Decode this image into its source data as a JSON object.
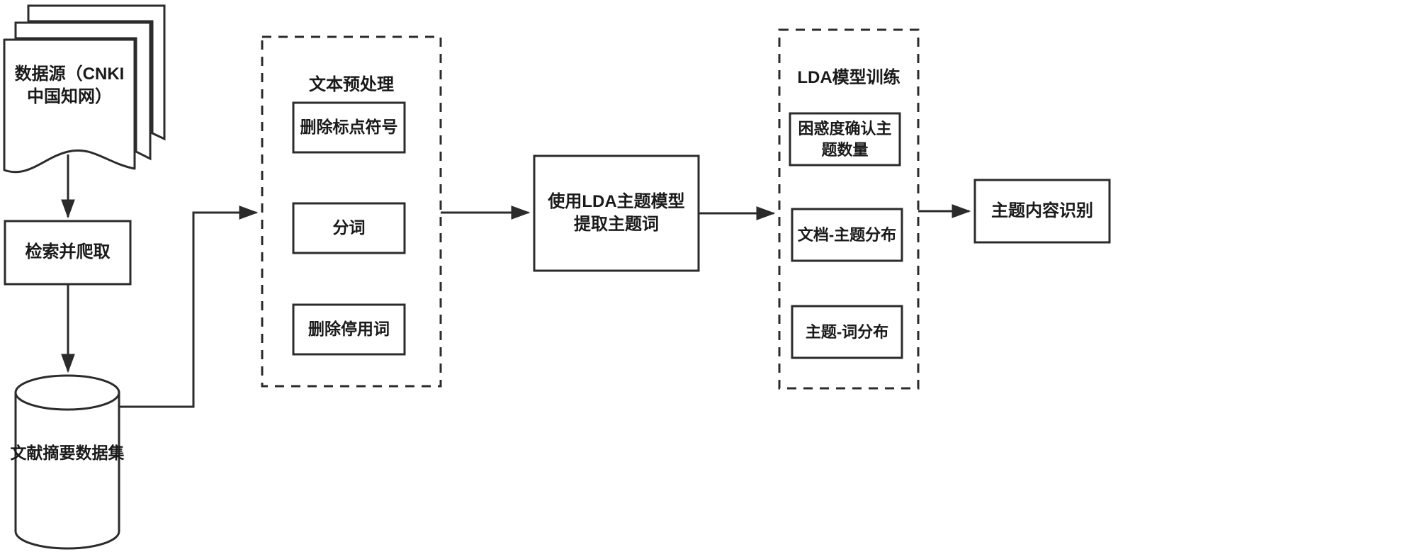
{
  "diagram": {
    "title": "LDA Topic Modeling Workflow Flowchart",
    "stroke_color": "#2b2b2b",
    "fill_color": "#ffffff",
    "text_color": "#1a1a1a",
    "nodes": {
      "data_source": {
        "label": "数据源（CNKI中国知网）",
        "shape": "multi-document"
      },
      "crawl": {
        "label": "检索并爬取",
        "shape": "rectangle"
      },
      "dataset": {
        "label": "文献摘要数据集",
        "shape": "cylinder-database"
      },
      "preprocess_group": {
        "label": "文本预处理",
        "shape": "dashed-container"
      },
      "remove_punct": {
        "label": "删除标点符号",
        "shape": "rectangle"
      },
      "segment": {
        "label": "分词",
        "shape": "rectangle"
      },
      "remove_stopwords": {
        "label": "删除停用词",
        "shape": "rectangle"
      },
      "lda_extract": {
        "label": "使用LDA主题模型提取主题词",
        "shape": "rectangle"
      },
      "lda_group": {
        "label": "LDA模型训练",
        "shape": "dashed-container"
      },
      "perplexity": {
        "label": "困惑度确认主题数量",
        "shape": "rectangle"
      },
      "doc_topic": {
        "label": "文档-主题分布",
        "shape": "rectangle"
      },
      "topic_word": {
        "label": "主题-词分布",
        "shape": "rectangle"
      },
      "topic_recognition": {
        "label": "主题内容识别",
        "shape": "rectangle"
      }
    },
    "edges": [
      {
        "from": "data_source",
        "to": "crawl",
        "style": "solid-arrow"
      },
      {
        "from": "crawl",
        "to": "dataset",
        "style": "solid-arrow"
      },
      {
        "from": "dataset",
        "to": "preprocess_group",
        "style": "solid-arrow-elbow"
      },
      {
        "from": "preprocess_group",
        "to": "lda_extract",
        "style": "solid-arrow-elbow"
      },
      {
        "from": "lda_extract",
        "to": "lda_group",
        "style": "solid-arrow"
      },
      {
        "from": "lda_group",
        "to": "topic_recognition",
        "style": "solid-arrow-elbow"
      }
    ]
  }
}
